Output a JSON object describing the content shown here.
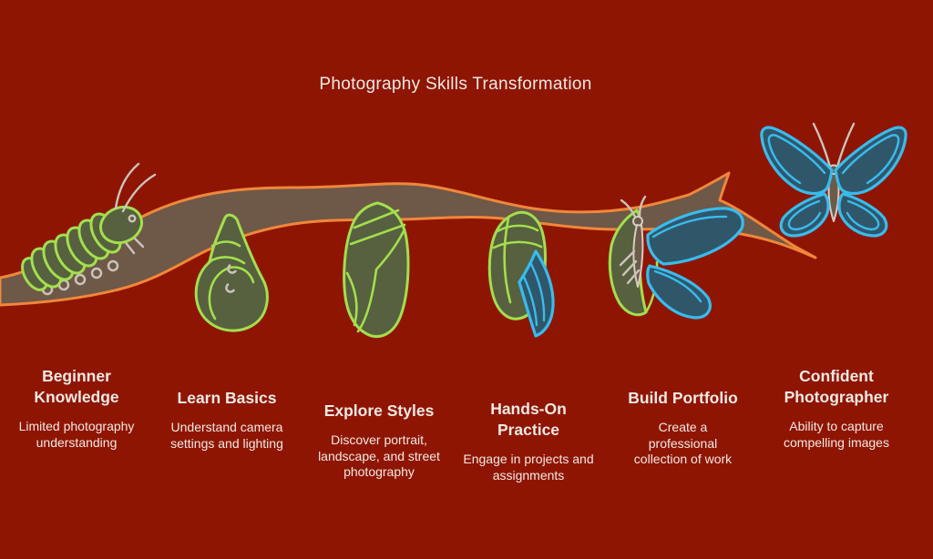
{
  "title": "Photography Skills Transformation",
  "colors": {
    "background": "#8F1503",
    "branch_fill": "#6E5847",
    "branch_outline": "#F0873A",
    "larva_fill": "#57603F",
    "larva_outline": "#A3DF4D",
    "wing_fill": "#30566A",
    "wing_outline": "#38BCEE",
    "gray_detail": "#CBC4BB",
    "body_brown": "#6B5B49",
    "text": "#F2E9E3"
  },
  "stages": [
    {
      "id": "beginner-knowledge",
      "icon": "caterpillar-icon",
      "title": "Beginner Knowledge",
      "description": "Limited photography understanding"
    },
    {
      "id": "learn-basics",
      "icon": "curled-caterpillar-icon",
      "title": "Learn Basics",
      "description": "Understand camera settings and lighting"
    },
    {
      "id": "explore-styles",
      "icon": "chrysalis-icon",
      "title": "Explore Styles",
      "description": "Discover portrait, landscape, and street photography"
    },
    {
      "id": "hands-on-practice",
      "icon": "opening-chrysalis-icon",
      "title": "Hands-On Practice",
      "description": "Engage in projects and assignments"
    },
    {
      "id": "build-portfolio",
      "icon": "emerging-butterfly-icon",
      "title": "Build Portfolio",
      "description": "Create a professional collection of work"
    },
    {
      "id": "confident-photographer",
      "icon": "butterfly-icon",
      "title": "Confident Photographer",
      "description": "Ability to capture compelling images"
    }
  ]
}
